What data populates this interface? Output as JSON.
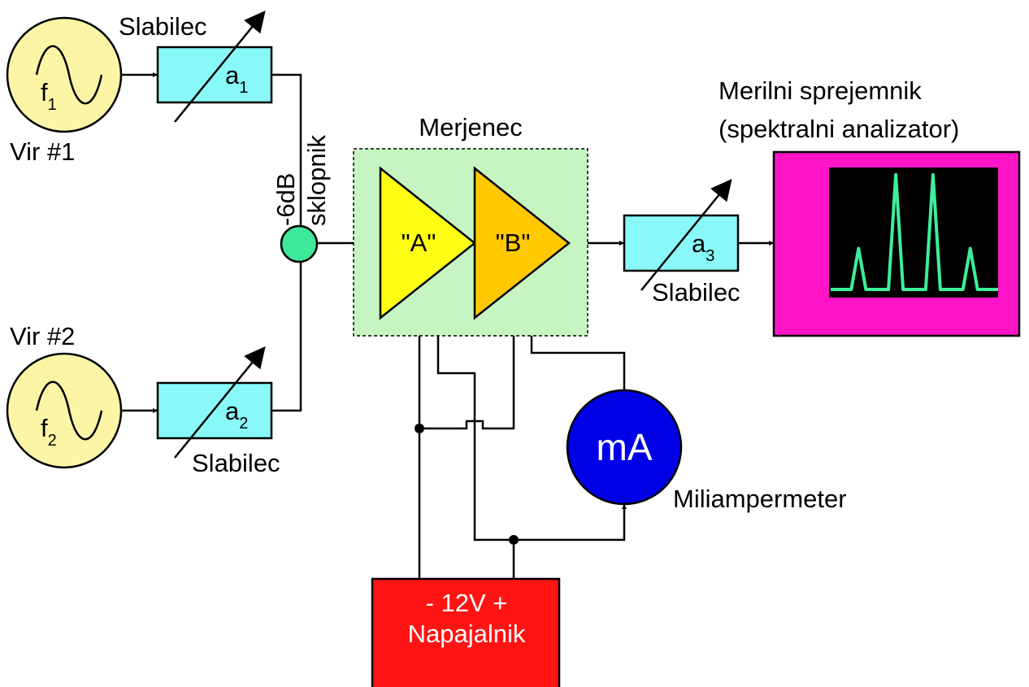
{
  "colors": {
    "source_fill": "#fdf5a6",
    "attenuator_fill": "#88f8f8",
    "coupler_fill": "#3de89b",
    "dut_box_fill": "#c6f5c2",
    "amp_a_fill": "#ffff14",
    "amp_b_fill": "#ffc800",
    "meter_fill": "#0000e6",
    "supply_fill": "#ff1414",
    "analyzer_fill": "#ff14c8",
    "screen_fill": "#000000",
    "trace_color": "#3dee9b"
  },
  "sources": [
    {
      "name": "Vir #1",
      "freq_main": "f",
      "freq_sub": "1",
      "icon": "sine-wave-icon"
    },
    {
      "name": "Vir #2",
      "freq_main": "f",
      "freq_sub": "2",
      "icon": "sine-wave-icon"
    }
  ],
  "attenuators": [
    {
      "label": "Slabilec",
      "symbol_main": "a",
      "symbol_sub": "1"
    },
    {
      "label": "Slabilec",
      "symbol_main": "a",
      "symbol_sub": "2"
    },
    {
      "label": "Slabilec",
      "symbol_main": "a",
      "symbol_sub": "3"
    }
  ],
  "coupler": {
    "line1": "-6dB",
    "line2": "sklopnik"
  },
  "dut": {
    "title": "Merjenec",
    "amp_a": "\"A\"",
    "amp_b": "\"B\""
  },
  "meter": {
    "symbol": "mA",
    "label": "Miliampermeter"
  },
  "supply": {
    "line1": "- 12V +",
    "line2": "Napajalnik"
  },
  "analyzer": {
    "line1": "Merilni sprejemnik",
    "line2": "(spektralni analizator)",
    "spectrum_peak_levels": [
      0.35,
      0.98,
      0.98,
      0.35
    ]
  }
}
